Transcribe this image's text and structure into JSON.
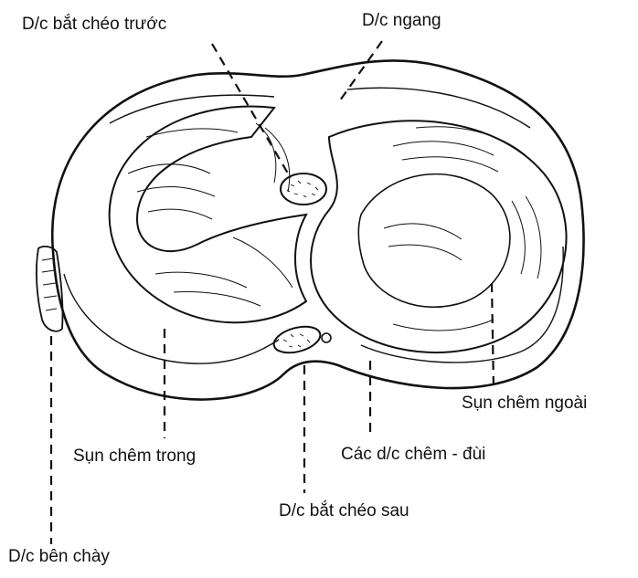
{
  "diagram": {
    "labels": {
      "anterior_cruciate": "D/c bắt chéo trước",
      "transverse": "D/c ngang",
      "lateral_meniscus": "Sụn chêm ngoài",
      "medial_meniscus": "Sụn chêm trong",
      "meniscofemoral": "Các d/c chêm - đùi",
      "posterior_cruciate": "D/c bắt chéo sau",
      "tibial_collateral": "D/c bên chày"
    },
    "colors": {
      "ink": "#111111",
      "background": "#ffffff"
    }
  }
}
